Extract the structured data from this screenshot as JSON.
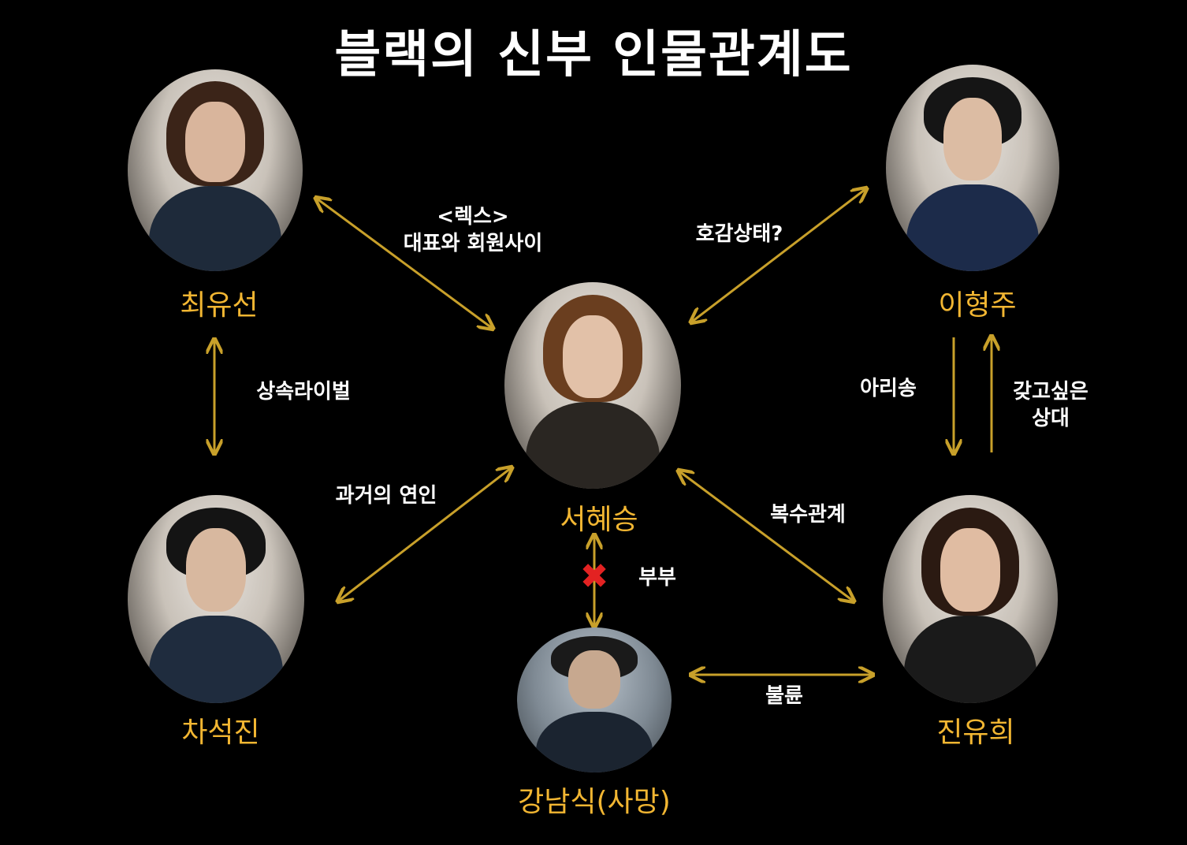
{
  "title": "블랙의 신부 인물관계도",
  "colors": {
    "arrow": "#c8a02a",
    "name": "#f2b632",
    "label": "#ffffff",
    "broken": "#e32222"
  },
  "characters": {
    "choi": "최유선",
    "lee": "이형주",
    "seo": "서혜승",
    "cha": "차석진",
    "jin": "진유희",
    "kang": "강남식(사망)"
  },
  "relations": {
    "lex_line1": "<렉스>",
    "lex_line2": "대표와 회원사이",
    "crush": "호감상태?",
    "inheritance": "상속라이벌",
    "ambiguous": "아리송",
    "wanted_line1": "갖고싶은",
    "wanted_line2": "상대",
    "ex_lover": "과거의 연인",
    "revenge": "복수관계",
    "spouse": "부부",
    "affair": "불륜"
  },
  "spouse_status_icon": "broken-x-icon"
}
